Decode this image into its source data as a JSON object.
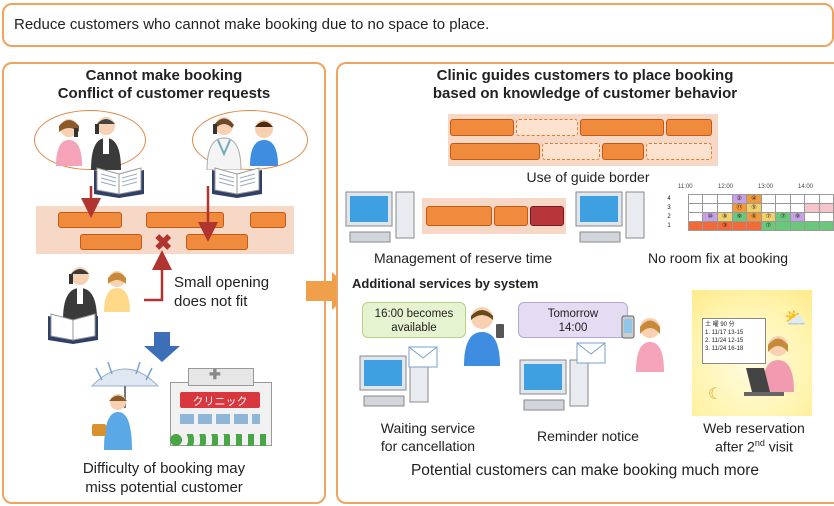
{
  "top_banner": "Reduce customers who cannot make booking due to no space to place.",
  "left": {
    "title_line1": "Cannot make booking",
    "title_line2": "Conflict of customer requests",
    "small_opening_line1": "Small opening",
    "small_opening_line2": "does not fit",
    "clinic_sign": "クリニック",
    "bottom_line1": "Difficulty of booking may",
    "bottom_line2": "miss potential customer"
  },
  "right": {
    "title_line1": "Clinic guides customers to place booking",
    "title_line2": "based on knowledge of customer behavior",
    "guide_border_label": "Use of guide border",
    "reserve_time_label": "Management of reserve time",
    "no_room_fix_label": "No room fix at booking",
    "schedule_times": [
      "11:00",
      "12:00",
      "13:00",
      "14:00"
    ],
    "schedule_rooms": [
      "4",
      "3",
      "2",
      "1"
    ],
    "additional_services_title": "Additional services by system",
    "bubble_waiting_line1": "16:00 becomes",
    "bubble_waiting_line2": "available",
    "bubble_reminder_line1": "Tomorrow",
    "bubble_reminder_line2": "14:00",
    "waiting_label_line1": "Waiting service",
    "waiting_label_line2": "for cancellation",
    "reminder_label": "Reminder notice",
    "web_label_line1": "Web reservation",
    "web_label_line2_pre": "after 2",
    "web_label_line2_sup": "nd",
    "web_label_line2_post": " visit",
    "web_screen_header": "土 曜 90 分",
    "web_screen_lines": [
      "1. 11/17 13-15",
      "2. 11/24 12-15",
      "3. 11/24 16-18"
    ],
    "bottom": "Potential customers can make booking much more"
  },
  "colors": {
    "panel_border": "#f0a35e",
    "brick": "#f08a3c",
    "arrow": "#f0a04b",
    "bubble_green": "#e6f3d0",
    "bubble_lavender": "#e3dcf3"
  }
}
